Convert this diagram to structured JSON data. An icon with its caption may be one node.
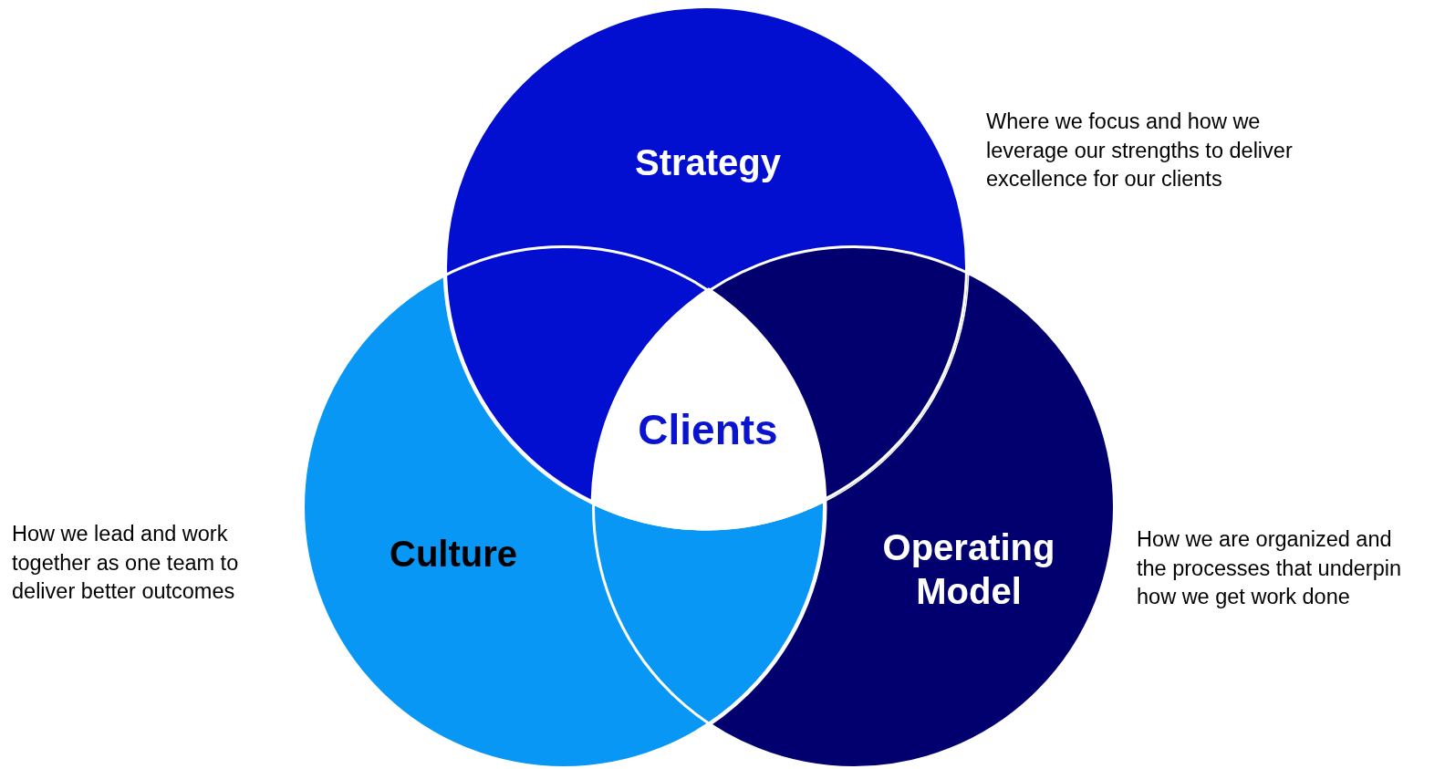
{
  "diagram": {
    "nodes": [
      {
        "text": [
          "Strategy"
        ],
        "beside": [
          "Where we focus and how we leverage our strengths to deliver excellence for our clients"
        ]
      },
      {
        "text": [
          "Culture"
        ],
        "beside": [
          "How we lead and work together as one team to deliver better outcomes"
        ]
      },
      {
        "text": [
          "Operating Model"
        ],
        "beside": [
          "How we are organized and the processes that underpin how we get work done"
        ]
      },
      {
        "text": [
          "Clients"
        ]
      }
    ],
    "edges": []
  }
}
